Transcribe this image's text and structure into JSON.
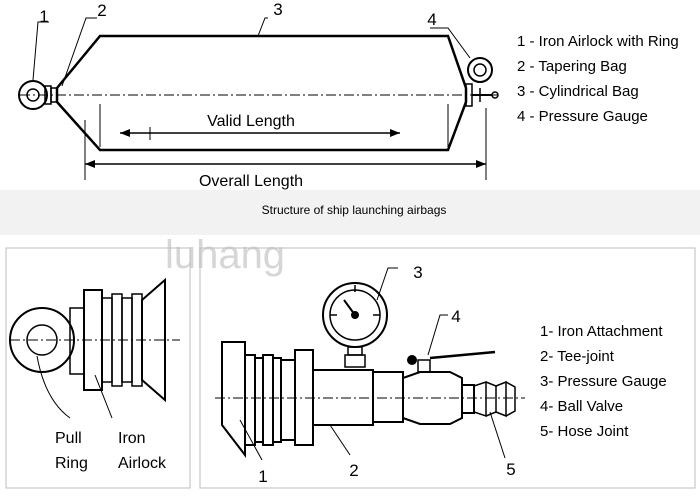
{
  "top": {
    "numbers": [
      "1",
      "2",
      "3",
      "4"
    ],
    "legend": [
      "1 - Iron Airlock with Ring",
      "2 - Tapering Bag",
      "3 - Cylindrical Bag",
      "4 - Pressure Gauge"
    ],
    "valid_length": "Valid Length",
    "overall_length": "Overall Length"
  },
  "caption": "Structure of ship launching airbags",
  "watermark": "luhang",
  "bottom_left": {
    "pull": "Pull",
    "ring": "Ring",
    "iron": "Iron",
    "airlock": "Airlock"
  },
  "bottom_right": {
    "numbers": [
      "1",
      "2",
      "3",
      "4",
      "5"
    ],
    "legend": [
      "1- Iron Attachment",
      "2- Tee-joint",
      "3- Pressure Gauge",
      "4- Ball Valve",
      "5- Hose Joint"
    ]
  }
}
